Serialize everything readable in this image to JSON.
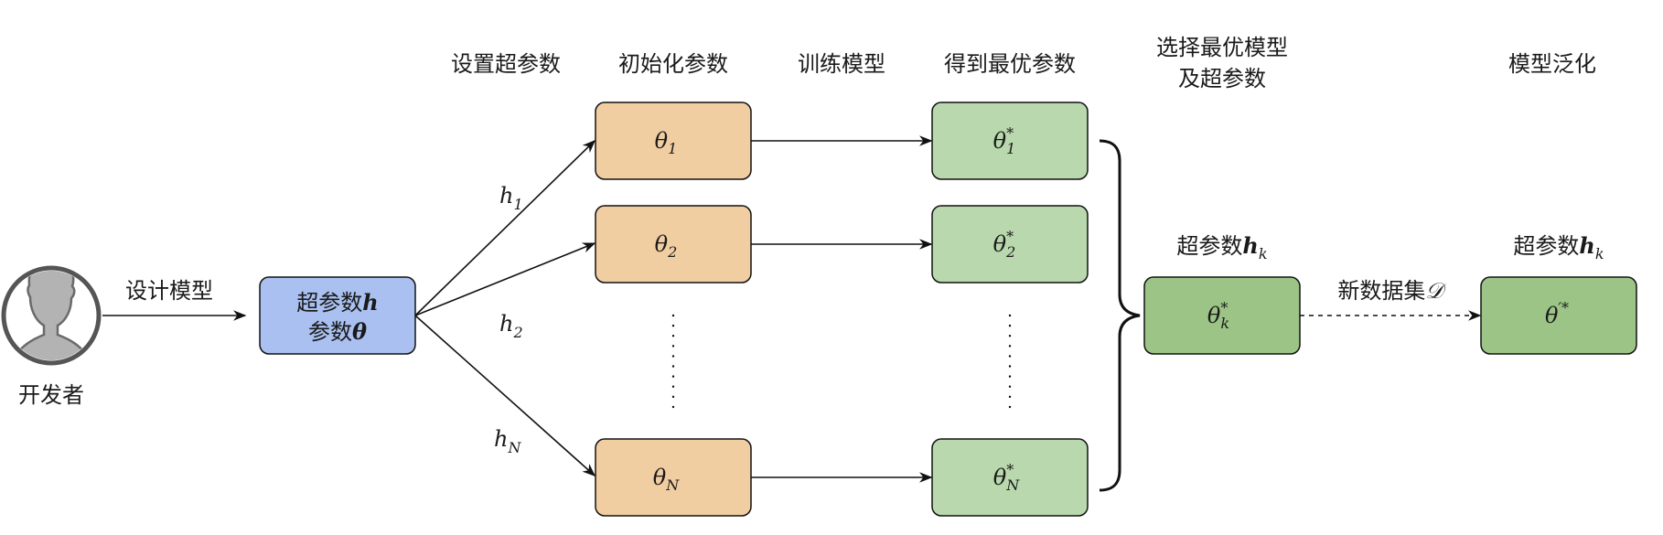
{
  "stages": {
    "set_hyperparams": "设置超参数",
    "init_params": "初始化参数",
    "train_model": "训练模型",
    "get_optimal": "得到最优参数",
    "select_best_line1": "选择最优模型",
    "select_best_line2": "及超参数",
    "generalize": "模型泛化"
  },
  "developer": {
    "label": "开发者",
    "icon": "person-avatar-icon"
  },
  "design_edge_label": "设计模型",
  "model_node": {
    "line1_prefix": "超参数",
    "line1_var": "h",
    "line2_prefix": "参数",
    "line2_var": "θ",
    "color": "#a9c0f0"
  },
  "hyper_edge_labels": [
    {
      "base": "h",
      "sub": "1"
    },
    {
      "base": "h",
      "sub": "2"
    },
    {
      "base": "h",
      "sub": "N"
    }
  ],
  "init_nodes": [
    {
      "base": "θ",
      "sub": "1"
    },
    {
      "base": "θ",
      "sub": "2"
    },
    {
      "base": "θ",
      "sub": "N"
    }
  ],
  "init_color": "#f1cda2",
  "optimal_nodes": [
    {
      "base": "θ",
      "sup": "*",
      "sub": "1"
    },
    {
      "base": "θ",
      "sup": "*",
      "sub": "2"
    },
    {
      "base": "θ",
      "sup": "*",
      "sub": "N"
    }
  ],
  "optimal_color": "#b9d8ad",
  "best_node": {
    "label_prefix": "超参数",
    "label_var": "h",
    "label_sub": "k",
    "base": "θ",
    "sup": "*",
    "sub": "k",
    "color": "#9cc486"
  },
  "generalize_edge_label": {
    "prefix": "新数据集",
    "var": "𝒟"
  },
  "final_node": {
    "label_prefix": "超参数",
    "label_var": "h",
    "label_sub": "k",
    "base": "θ",
    "sup": "′*",
    "color": "#9cc486"
  }
}
